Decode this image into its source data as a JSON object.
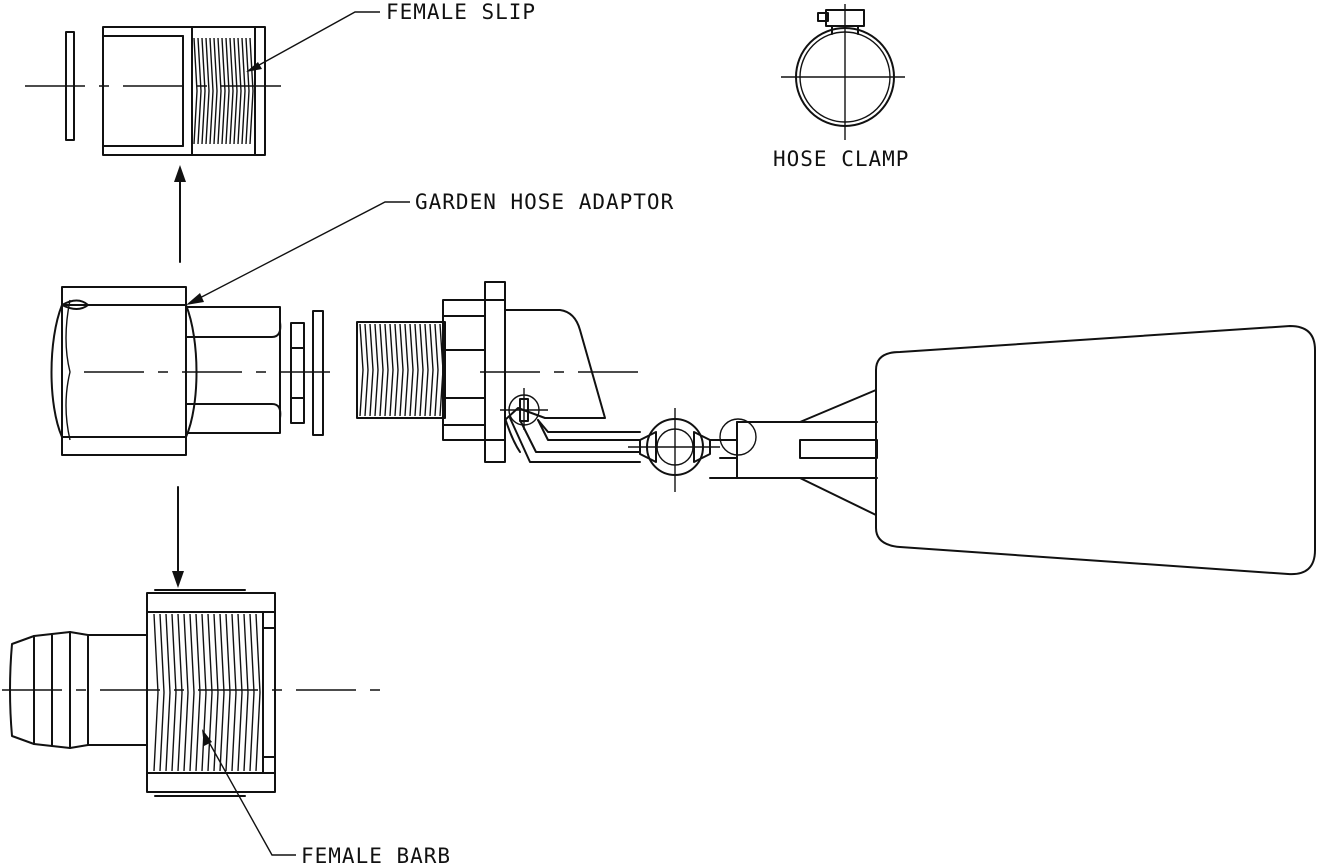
{
  "labels": {
    "female_slip": "FEMALE SLIP",
    "hose_clamp": "HOSE CLAMP",
    "garden_hose_adaptor": "GARDEN HOSE ADAPTOR",
    "female_barb": "FEMALE BARB"
  }
}
